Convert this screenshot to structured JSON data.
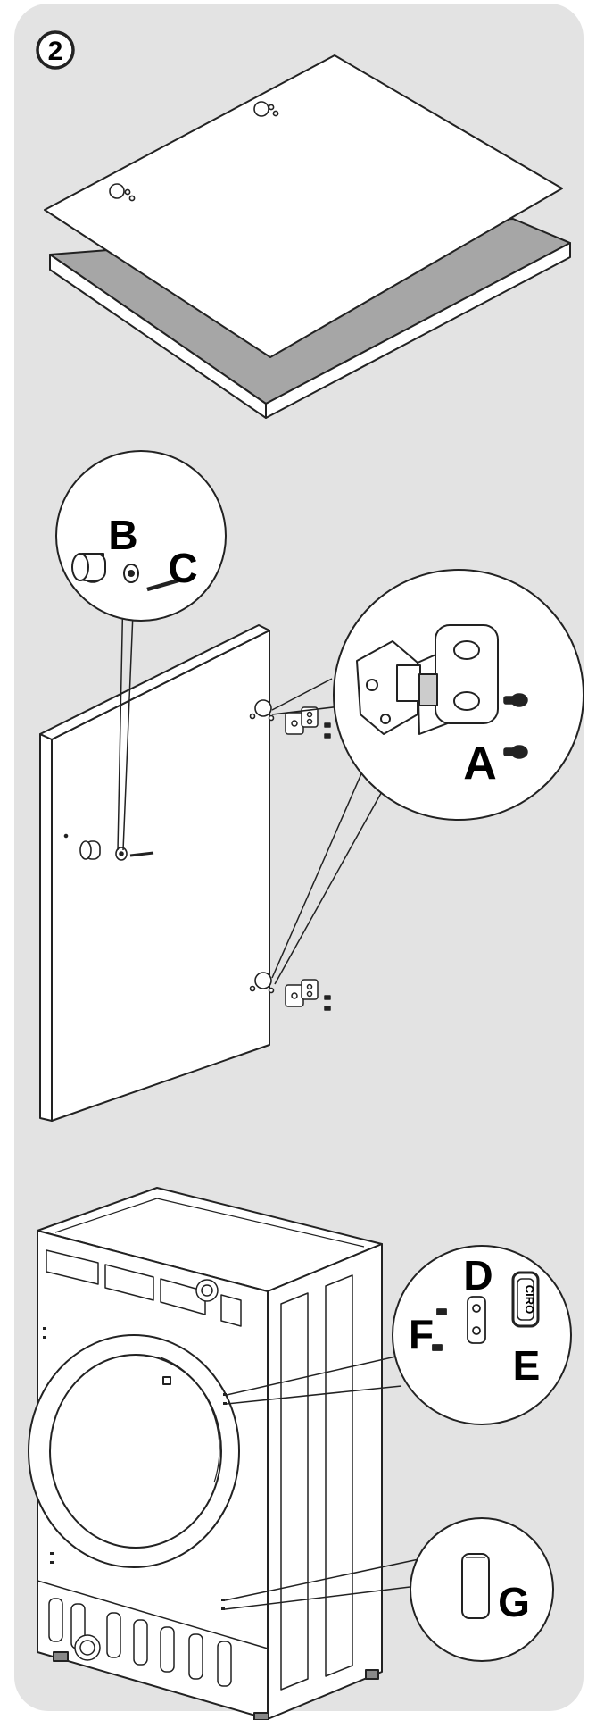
{
  "step": {
    "number": "2"
  },
  "labels": {
    "a": "A",
    "b": "B",
    "c": "C",
    "d": "D",
    "e": "E",
    "f": "F",
    "g": "G",
    "part_e_marking": "CIRO"
  },
  "colors": {
    "panel_background": "#e3e3e3",
    "line": "#222222",
    "worktop_gray": "#a6a6a6",
    "white": "#ffffff"
  }
}
